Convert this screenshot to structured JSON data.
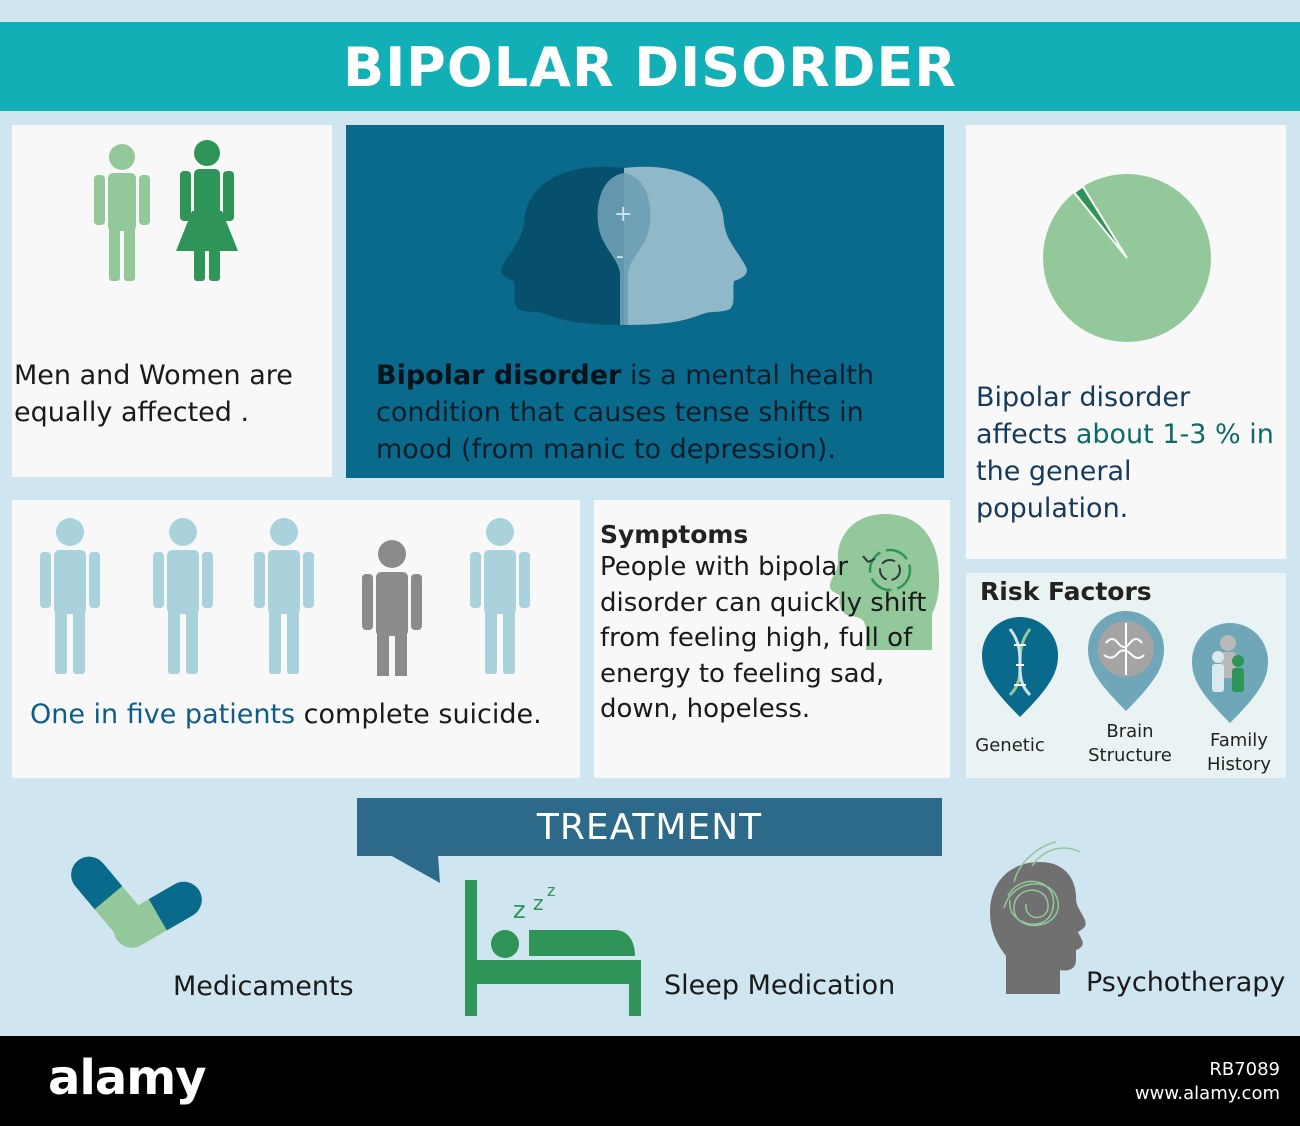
{
  "title": "BIPOLAR DISORDER",
  "gender": {
    "text": "Men and Women are equally affected ."
  },
  "definition": {
    "term": "Bipolar disorder",
    "rest": " is a mental health condition that causes tense shifts in mood (from manic to depression)."
  },
  "prevalence": {
    "text_a": "Bipolar disorder affects ",
    "text_b": "about 1-3 % in",
    "text_c": " the general population.",
    "pie_fraction": 0.02
  },
  "suicide": {
    "highlight": "One in five patients",
    "rest": " complete suicide."
  },
  "symptoms": {
    "heading": "Symptoms",
    "body": "People with bipolar disorder can quickly shift from feeling high, full of energy to feeling sad, down, hopeless."
  },
  "risk": {
    "heading": "Risk Factors",
    "items": [
      "Genetic",
      "Brain Structure",
      "Family History"
    ]
  },
  "treatment": {
    "heading": "TREATMENT",
    "items": [
      "Medicaments",
      "Sleep Medication",
      "Psychotherapy"
    ]
  },
  "footer": {
    "logo": "alamy",
    "image_id": "RB7089",
    "site": "www.alamy.com"
  },
  "colors": {
    "teal": "#12b0b6",
    "navy": "#0a6a8c",
    "green": "#2f9457",
    "light_green": "#93c89a"
  }
}
